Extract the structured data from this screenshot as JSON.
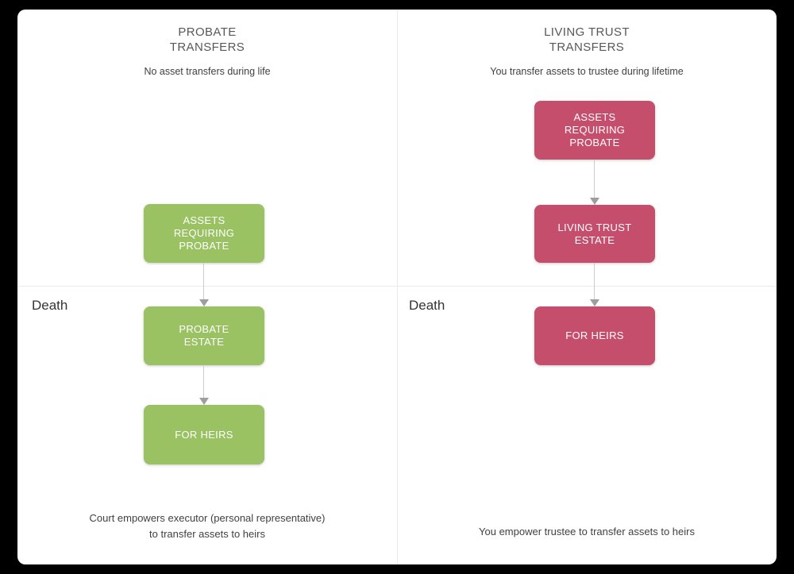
{
  "diagram": {
    "divider_color": "#e7ecee",
    "arrow_line_color": "#cccccc",
    "arrow_head_color": "#9e9e9e",
    "left": {
      "title": "PROBATE\nTRANSFERS",
      "subtitle": "No asset transfers during life",
      "accent_color": "#9ac162",
      "boxes": [
        "ASSETS\nREQUIRING\nPROBATE",
        "PROBATE\nESTATE",
        "FOR HEIRS"
      ],
      "death_label": "Death",
      "caption": "Court empowers executor (personal representative)\nto transfer assets to heirs"
    },
    "right": {
      "title": "LIVING TRUST\nTRANSFERS",
      "subtitle": "You transfer assets to trustee during lifetime",
      "accent_color": "#c54e6c",
      "boxes": [
        "ASSETS\nREQUIRING\nPROBATE",
        "LIVING TRUST\nESTATE",
        "FOR HEIRS"
      ],
      "death_label": "Death",
      "caption": "You empower trustee to transfer assets to heirs"
    }
  }
}
